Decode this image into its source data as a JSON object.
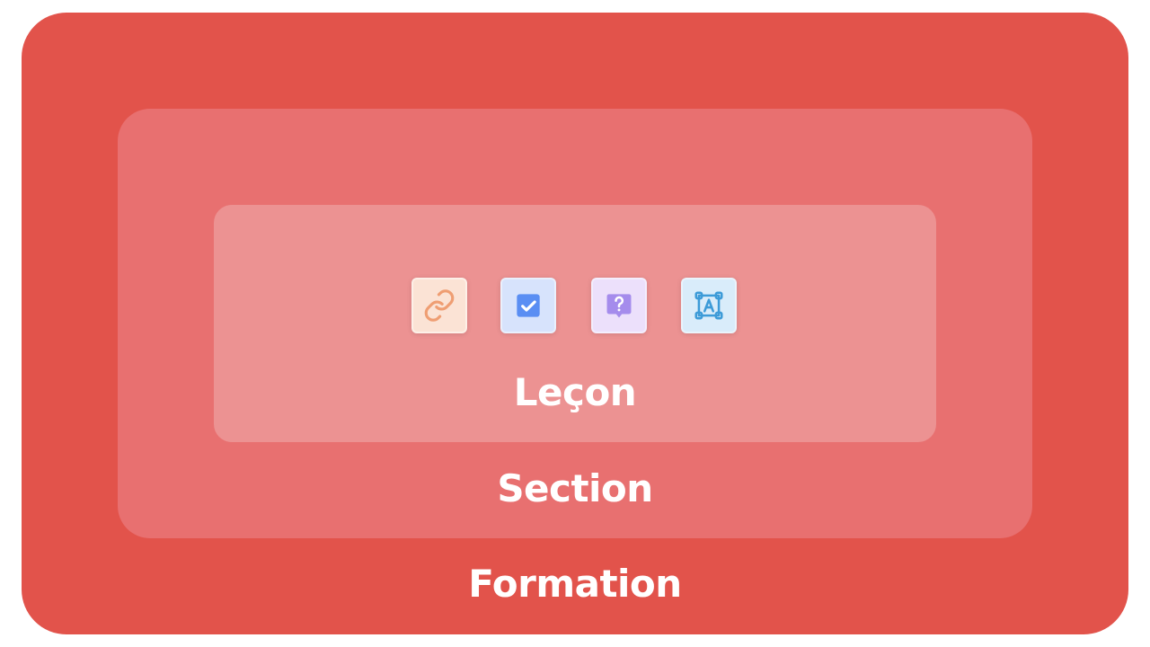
{
  "colors": {
    "formation": "#e2534b",
    "section": "#e87070",
    "lecon": "#ec9292",
    "label": "#ffffff",
    "link_tile_bg": "#fbe3d5",
    "link_icon": "#ef9e73",
    "check_tile_bg": "#d7e3fc",
    "check_icon": "#5a8ef3",
    "question_tile_bg": "#ece0fb",
    "question_icon": "#a58cec",
    "text_tile_bg": "#d9ecfa",
    "text_icon": "#3d9bd8"
  },
  "levels": {
    "formation": {
      "label": "Formation"
    },
    "section": {
      "label": "Section"
    },
    "lecon": {
      "label": "Leçon"
    }
  },
  "icons": [
    {
      "name": "link-icon"
    },
    {
      "name": "checkbox-icon"
    },
    {
      "name": "question-icon"
    },
    {
      "name": "text-select-icon"
    }
  ]
}
